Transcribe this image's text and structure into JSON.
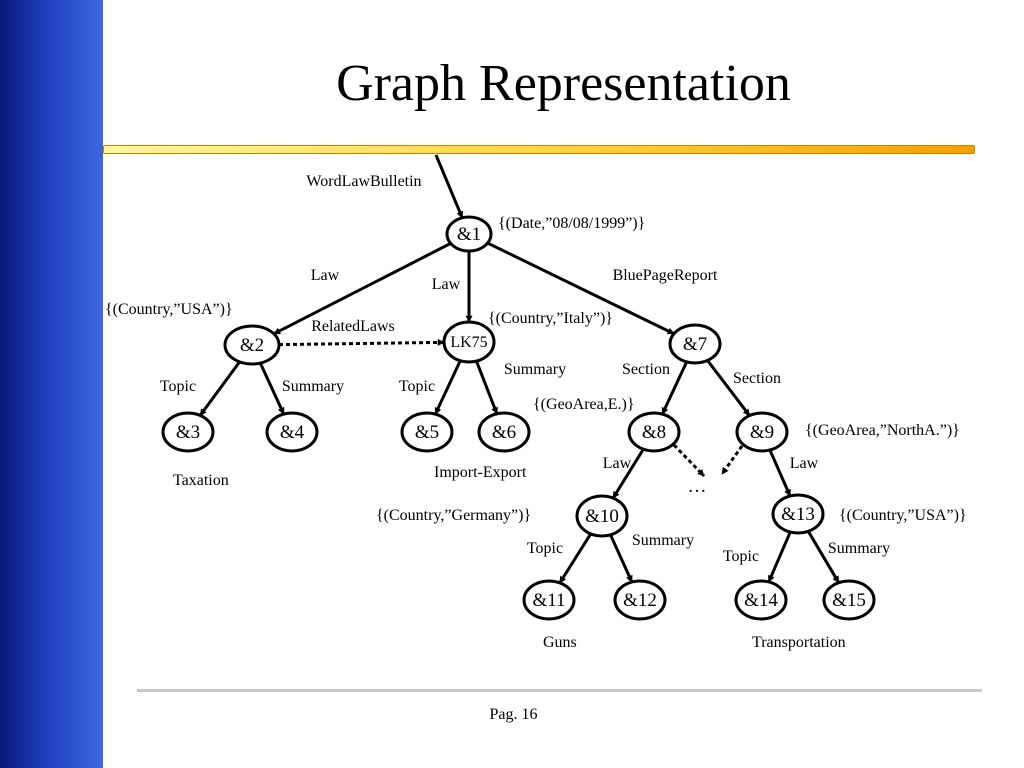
{
  "slide": {
    "title": "Graph Representation",
    "footer": "Pag. 16"
  },
  "graph": {
    "root_edge_label": "WordLawBulletin",
    "nodes": [
      {
        "id": "n1",
        "label": "&1"
      },
      {
        "id": "n2",
        "label": "&2"
      },
      {
        "id": "nLK",
        "label": "LK75"
      },
      {
        "id": "n7",
        "label": "&7"
      },
      {
        "id": "n3",
        "label": "&3"
      },
      {
        "id": "n4",
        "label": "&4"
      },
      {
        "id": "n5",
        "label": "&5"
      },
      {
        "id": "n6",
        "label": "&6"
      },
      {
        "id": "n8",
        "label": "&8"
      },
      {
        "id": "n9",
        "label": "&9"
      },
      {
        "id": "n10",
        "label": "&10"
      },
      {
        "id": "n13",
        "label": "&13"
      },
      {
        "id": "n11",
        "label": "&11"
      },
      {
        "id": "n12",
        "label": "&12"
      },
      {
        "id": "n14",
        "label": "&14"
      },
      {
        "id": "n15",
        "label": "&15"
      }
    ],
    "edges": [
      {
        "from": "n1",
        "to": "n2",
        "label": "Law"
      },
      {
        "from": "n1",
        "to": "nLK",
        "label": "Law"
      },
      {
        "from": "n1",
        "to": "n7",
        "label": "BluePageReport"
      },
      {
        "from": "n2",
        "to": "nLK",
        "label": "RelatedLaws",
        "dashed": true
      },
      {
        "from": "n2",
        "to": "n3",
        "label": "Topic"
      },
      {
        "from": "n2",
        "to": "n4",
        "label": "Summary"
      },
      {
        "from": "nLK",
        "to": "n5",
        "label": "Topic"
      },
      {
        "from": "nLK",
        "to": "n6",
        "label": "Summary"
      },
      {
        "from": "n7",
        "to": "n8",
        "label": "Section"
      },
      {
        "from": "n7",
        "to": "n9",
        "label": "Section"
      },
      {
        "from": "n8",
        "to": "n10",
        "label": "Law"
      },
      {
        "from": "n9",
        "to": "n13",
        "label": "Law"
      },
      {
        "from": "n10",
        "to": "n11",
        "label": "Topic"
      },
      {
        "from": "n10",
        "to": "n12",
        "label": "Summary"
      },
      {
        "from": "n13",
        "to": "n14",
        "label": "Topic"
      },
      {
        "from": "n13",
        "to": "n15",
        "label": "Summary"
      }
    ],
    "ellipsis": "…",
    "attributes": {
      "n1": "{(Date,”08/08/1999”)}",
      "n2": "{(Country,”USA”)}",
      "nLK": "{(Country,”Italy”)}",
      "n8": "{(GeoArea,E.)}",
      "n9": "{(GeoArea,”NorthA.”)}",
      "n10": "{(Country,”Germany”)}",
      "n13": "{(Country,”USA”)}"
    },
    "values": {
      "n3": "Taxation",
      "n5": "Import-Export",
      "n11": "Guns",
      "n14": "Transportation"
    }
  }
}
